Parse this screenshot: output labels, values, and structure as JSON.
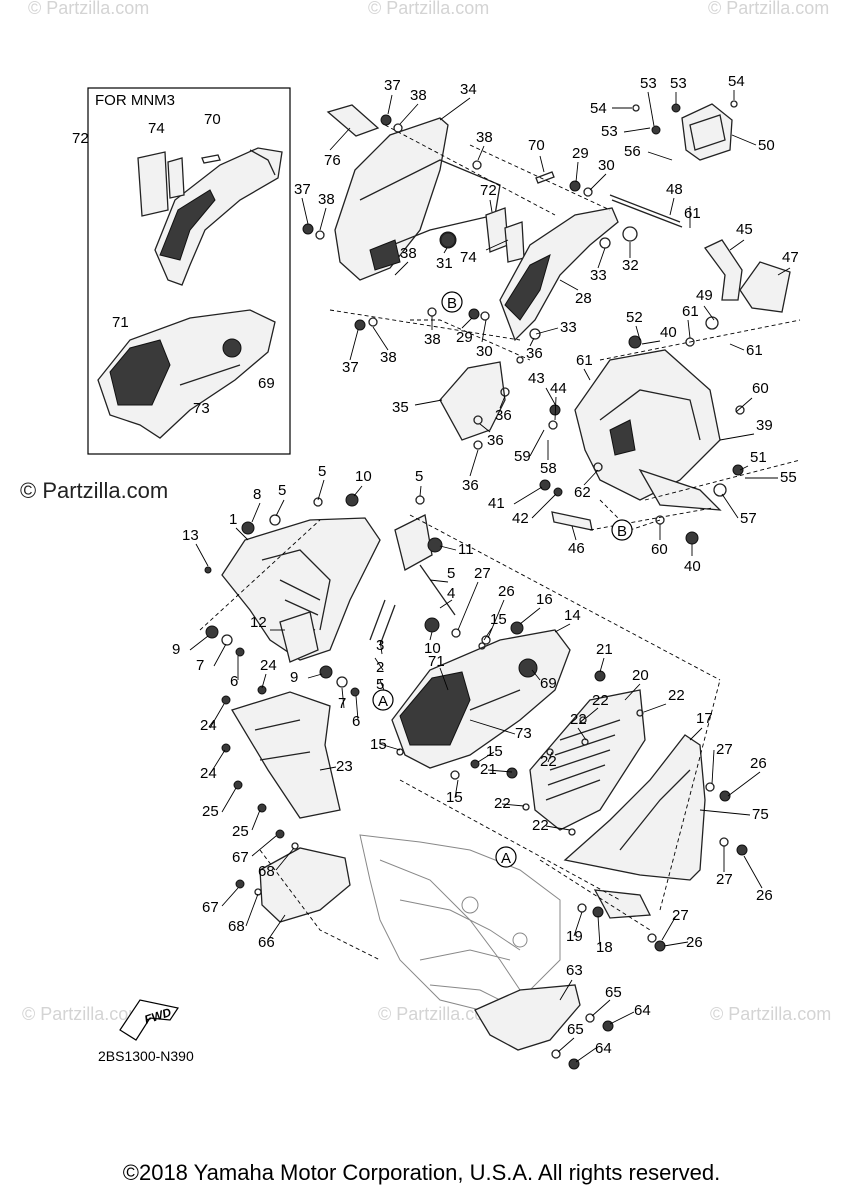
{
  "watermarks": {
    "top": [
      "© Partzilla.com",
      "© Partzilla.com",
      "© Partzilla.com"
    ],
    "main": "© Partzilla.com",
    "bottom": [
      "© Partzilla.com",
      "© Partzilla.com",
      "© Partzilla.com"
    ]
  },
  "inset_title": "FOR MNM3",
  "diagram_code": "2BS1300-N390",
  "fwd_label": "FWD",
  "copyright": "©2018 Yamaha Motor Corporation, U.S.A. All rights reserved.",
  "ref_markers": {
    "a": "A",
    "b": "B"
  },
  "callouts": {
    "c1": "1",
    "c2": "2",
    "c3": "3",
    "c4": "4",
    "c5": "5",
    "c6": "6",
    "c7": "7",
    "c8": "8",
    "c9": "9",
    "c10": "10",
    "c11": "11",
    "c12": "12",
    "c13": "13",
    "c14": "14",
    "c15": "15",
    "c16": "16",
    "c17": "17",
    "c18": "18",
    "c19": "19",
    "c20": "20",
    "c21": "21",
    "c22": "22",
    "c23": "23",
    "c24": "24",
    "c25": "25",
    "c26": "26",
    "c27": "27",
    "c28": "28",
    "c29": "29",
    "c30": "30",
    "c31": "31",
    "c32": "32",
    "c33": "33",
    "c34": "34",
    "c35": "35",
    "c36": "36",
    "c37": "37",
    "c38": "38",
    "c39": "39",
    "c40": "40",
    "c41": "41",
    "c42": "42",
    "c43": "43",
    "c44": "44",
    "c45": "45",
    "c46": "46",
    "c47": "47",
    "c48": "48",
    "c49": "49",
    "c50": "50",
    "c51": "51",
    "c52": "52",
    "c53": "53",
    "c54": "54",
    "c55": "55",
    "c56": "56",
    "c57": "57",
    "c58": "58",
    "c59": "59",
    "c60": "60",
    "c61": "61",
    "c62": "62",
    "c63": "63",
    "c64": "64",
    "c65": "65",
    "c66": "66",
    "c67": "67",
    "c68": "68",
    "c69": "69",
    "c70": "70",
    "c71": "71",
    "c72": "72",
    "c73": "73",
    "c74": "74",
    "c75": "75",
    "c76": "76"
  }
}
